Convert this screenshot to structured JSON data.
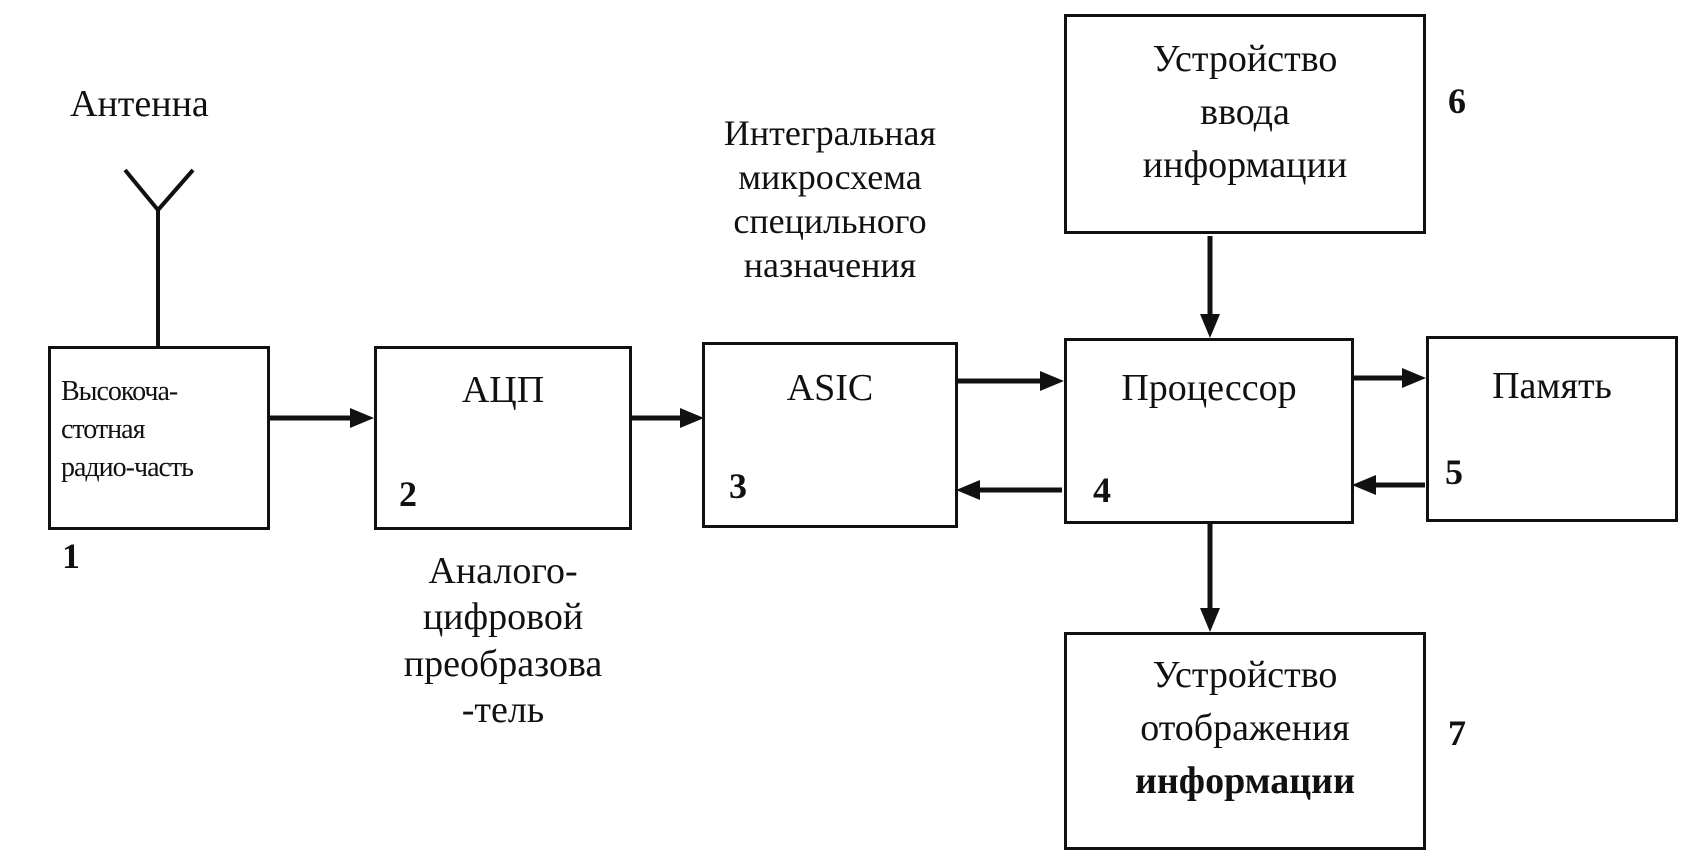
{
  "antenna": {
    "label": "Антенна"
  },
  "blocks": {
    "rf": {
      "lines": [
        "Высокоча-",
        "стотная",
        "радио-часть"
      ],
      "number": "1"
    },
    "adc": {
      "title": "АЦП",
      "number": "2"
    },
    "asic": {
      "title": "ASIC",
      "number": "3"
    },
    "cpu": {
      "title": "Процессор",
      "number": "4"
    },
    "memory": {
      "title": "Память",
      "number": "5"
    },
    "input": {
      "lines": [
        "Устройство",
        "ввода",
        "информации"
      ],
      "number": "6"
    },
    "display": {
      "lines": [
        "Устройство",
        "отображения",
        "информации"
      ],
      "number": "7"
    }
  },
  "captions": {
    "adc": [
      "Аналого-",
      "цифровой",
      "преобразова",
      "-тель"
    ],
    "asic": [
      "Интегральная",
      "микросхема",
      "специльного",
      "назначения"
    ]
  },
  "colors": {
    "ink": "#111111",
    "background": "#ffffff"
  }
}
